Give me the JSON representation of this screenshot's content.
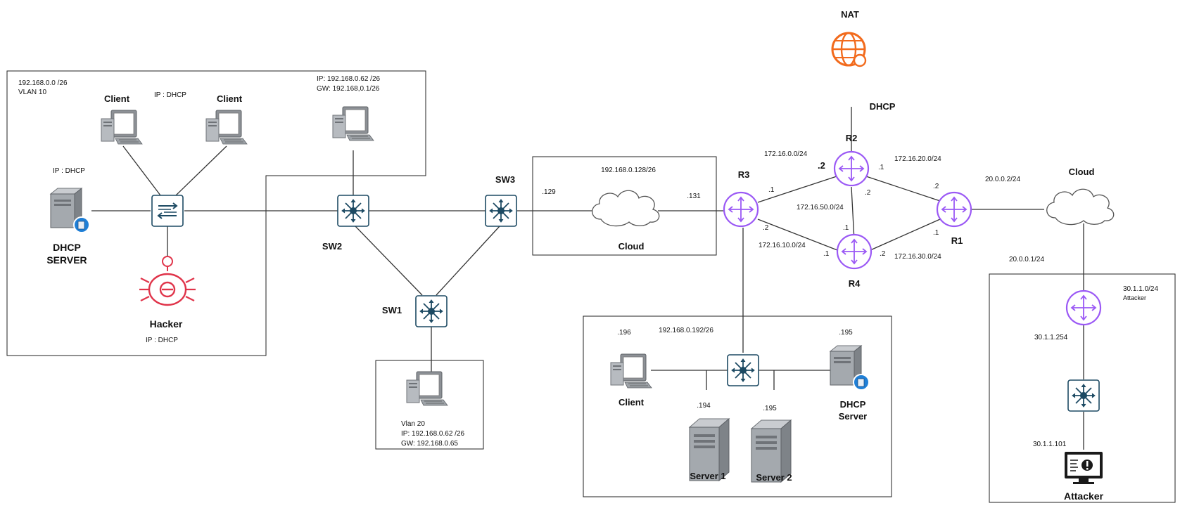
{
  "left_zone": {
    "subnet": "192.168.0.0 /26",
    "vlan": "VLAN 10",
    "client_ip_mode": "IP : DHCP",
    "client_a": "Client",
    "client_b": "Client",
    "dhcp_server_ip": "IP : DHCP",
    "dhcp_server_line1": "DHCP",
    "dhcp_server_line2": "SERVER",
    "hacker": "Hacker",
    "hacker_ip": "IP : DHCP",
    "pc_ip": "IP: 192.168.0.62 /26",
    "pc_gw": "GW: 192.168,0.1/26"
  },
  "switches": {
    "sw1": "SW1",
    "sw2": "SW2",
    "sw3": "SW3"
  },
  "sw1_zone": {
    "vlan": "Vlan 20",
    "ip": "IP: 192.168.0.62 /26",
    "gw": "GW: 192.168.0.65"
  },
  "cloud_zone": {
    "subnet": "192.168.0.128/26",
    "label": "Cloud",
    "sw3_side": ".129",
    "r3_side": ".131"
  },
  "routers": {
    "r1": "R1",
    "r2": "R2",
    "r3": "R3",
    "r4": "R4",
    "r3_r2_r3": ".1",
    "r3_r2_r2": ".2",
    "r3_r2_net": "172.16.0.0/24",
    "r2_r1_r2": ".1",
    "r2_r1_r1": ".2",
    "r2_r1_net": "172.16.20.0/24",
    "r3_r4_r3": ".2",
    "r3_r4_r4": ".1",
    "r3_r4_net": "172.16.10.0/24",
    "r4_r1_r4": ".2",
    "r4_r1_r1": ".1",
    "r4_r1_net": "172.16.30.0/24",
    "r2_r4_r2": ".2",
    "r2_r4_r4": ".1",
    "r2_r4_net": "172.16.50.0/24"
  },
  "nat": {
    "label": "NAT",
    "link_label": "DHCP"
  },
  "wan": {
    "r1_side": "20.0.0.2/24",
    "cloud": "Cloud",
    "attacker_side": "20.0.0.1/24"
  },
  "server_zone": {
    "subnet": "192.168.0.192/26",
    "client_ip": ".196",
    "client": "Client",
    "dhcp_ip": ".195",
    "dhcp_line1": "DHCP",
    "dhcp_line2": "Server",
    "server1_ip": ".194",
    "server1": "Server 1",
    "server2_ip": ".195",
    "server2": "Server 2"
  },
  "attacker_zone": {
    "subnet": "30.1.1.0/24",
    "subnet_name": "Attacker",
    "gateway": "30.1.1.254",
    "host_ip": "30.1.1.101",
    "host": "Attacker"
  },
  "colors": {
    "router": "#9b59f5",
    "switch": "#1d4a63",
    "nat": "#f26b1d",
    "hacker": "#e0344a",
    "line": "#333333"
  }
}
